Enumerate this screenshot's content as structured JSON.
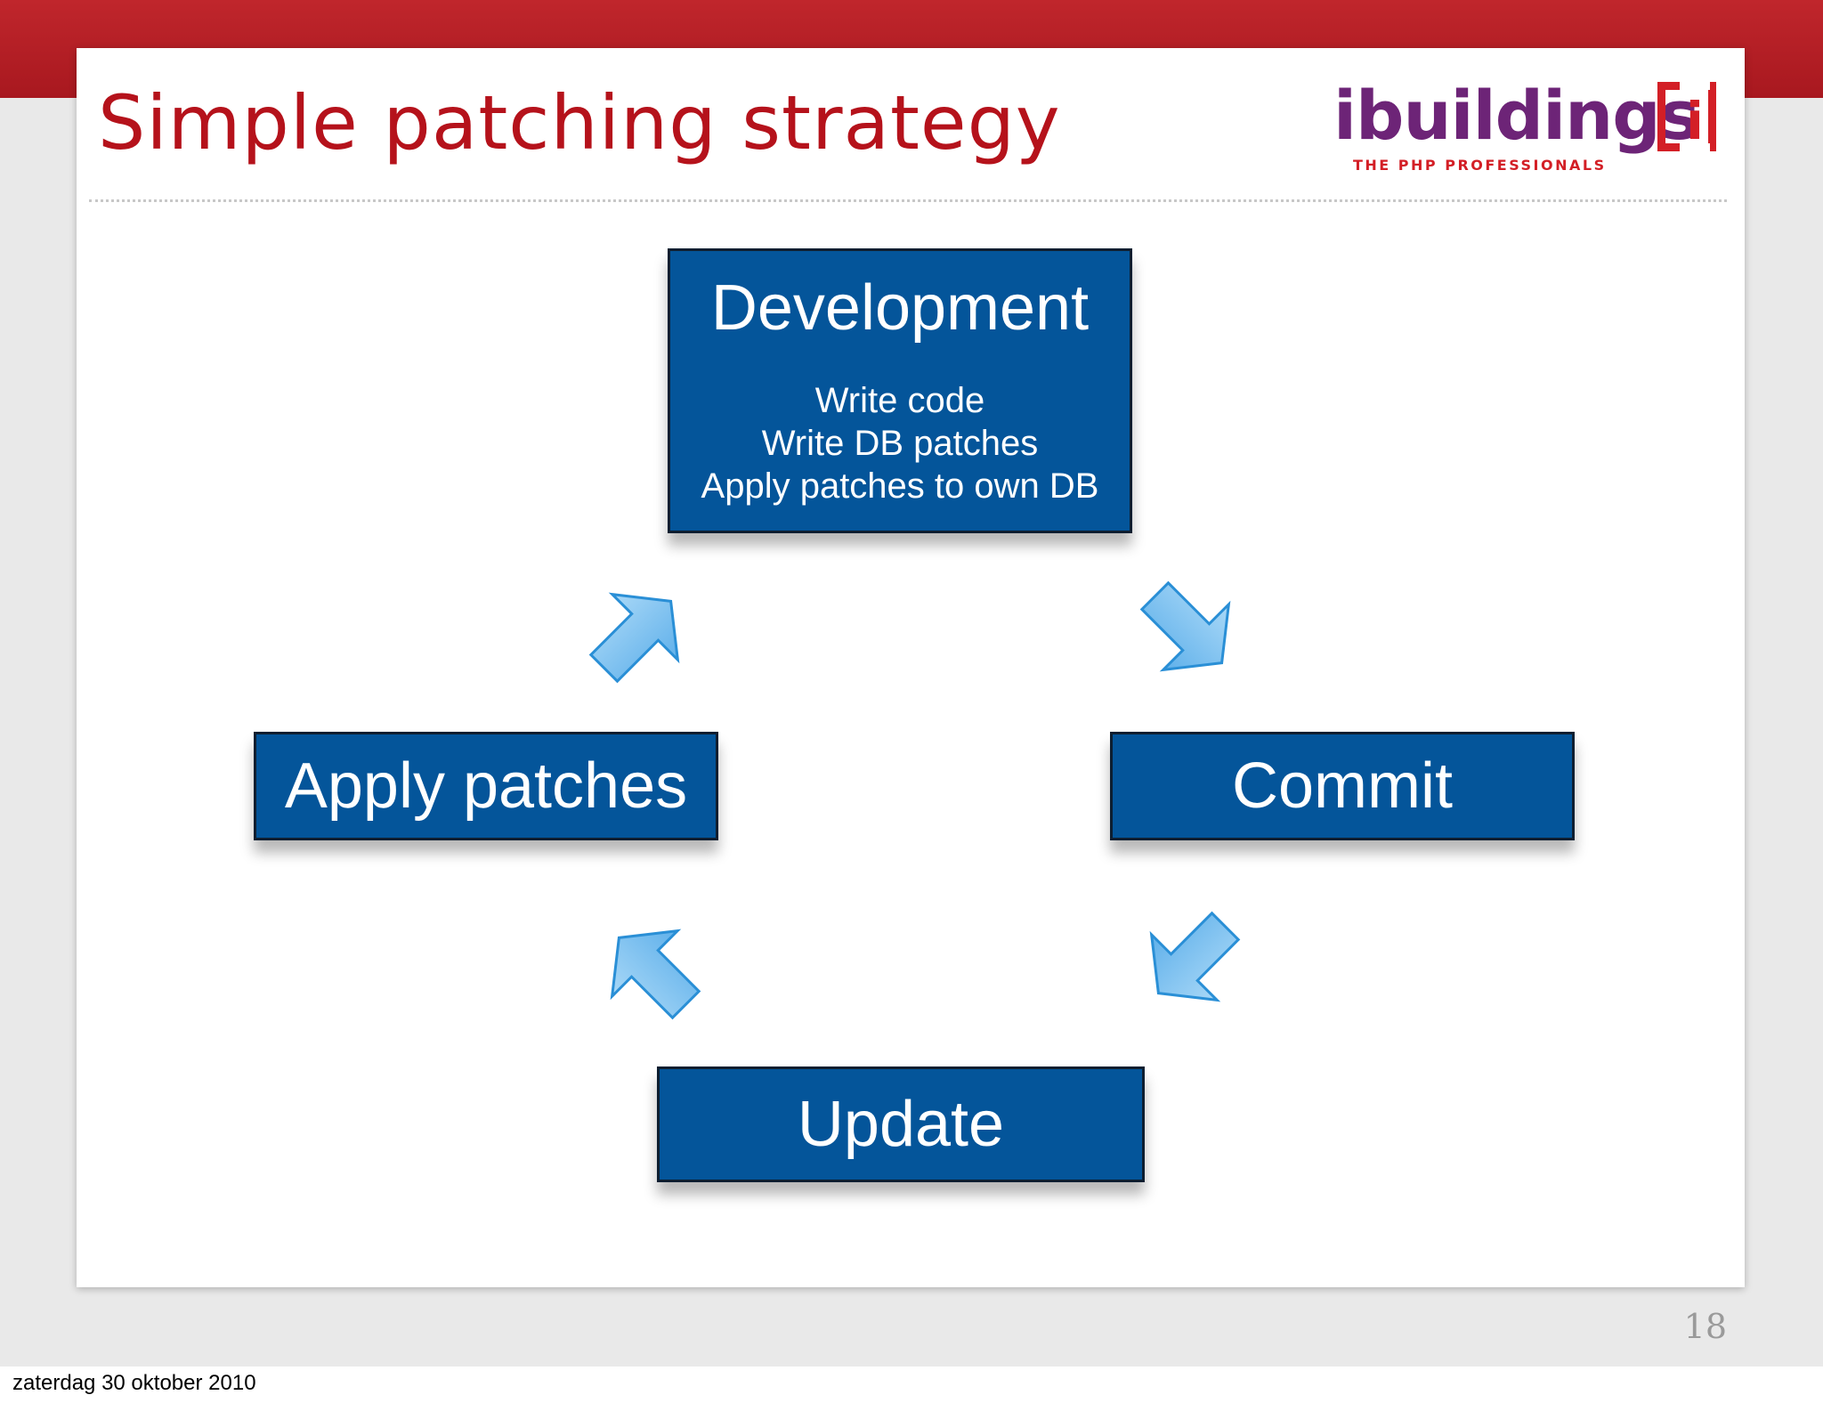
{
  "slide": {
    "title": "Simple patching strategy",
    "page_number": "18"
  },
  "logo": {
    "wordmark": "ibuildings",
    "bracket_letter": "i",
    "tagline": "THE PHP PROFESSIONALS"
  },
  "diagram": {
    "nodes": {
      "development": {
        "label": "Development",
        "details": [
          "Write code",
          "Write DB patches",
          "Apply patches to own DB"
        ]
      },
      "commit": {
        "label": "Commit"
      },
      "update": {
        "label": "Update"
      },
      "apply": {
        "label": "Apply patches"
      }
    },
    "flow": [
      "Development",
      "Commit",
      "Update",
      "Apply patches"
    ],
    "arrow_color": "#6fb6ea",
    "box_color": "#04559a"
  },
  "footer": {
    "date": "zaterdag 30 oktober 2010"
  },
  "colors": {
    "title_red": "#b5121b",
    "band_red": "#b71f26",
    "logo_purple": "#6d2477",
    "logo_red": "#d31f26"
  }
}
